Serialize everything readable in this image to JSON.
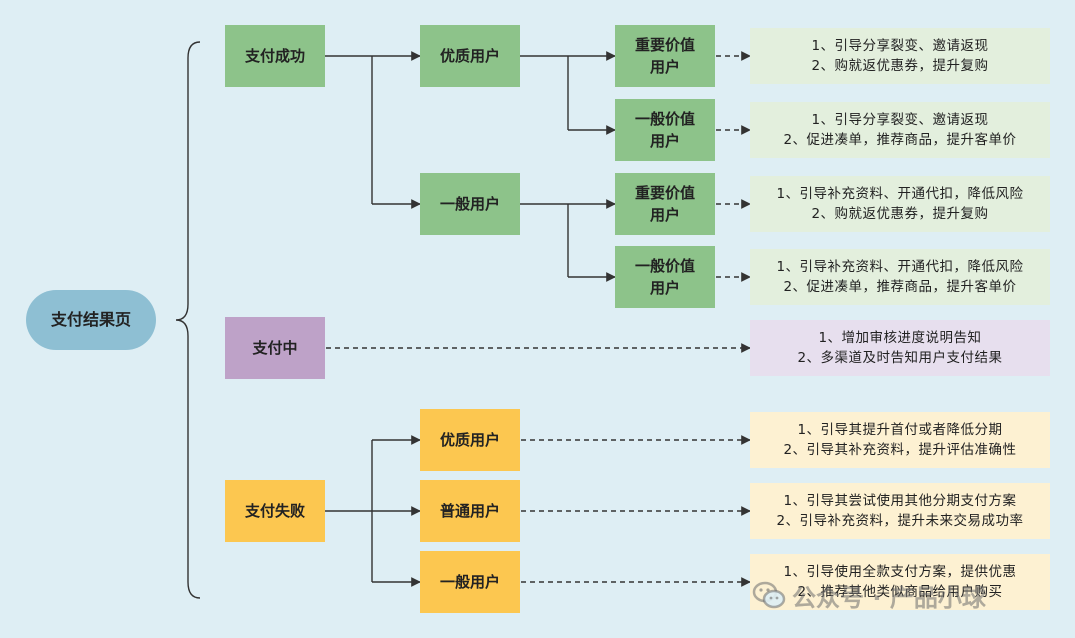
{
  "root": {
    "label": "支付结果页"
  },
  "nodes": {
    "success": "支付成功",
    "success_premium": "优质用户",
    "success_general": "一般用户",
    "sp_important": [
      "重要价值",
      "用户"
    ],
    "sp_general": [
      "一般价值",
      "用户"
    ],
    "sg_important": [
      "重要价值",
      "用户"
    ],
    "sg_general": [
      "一般价值",
      "用户"
    ],
    "pending": "支付中",
    "fail": "支付失败",
    "fail_premium": "优质用户",
    "fail_normal": "普通用户",
    "fail_general": "一般用户"
  },
  "notes": {
    "n1": [
      "1、引导分享裂变、邀请返现",
      "2、购就返优惠券，提升复购"
    ],
    "n2": [
      "1、引导分享裂变、邀请返现",
      "2、促进凑单，推荐商品，提升客单价"
    ],
    "n3": [
      "1、引导补充资料、开通代扣，降低风险",
      "2、购就返优惠券，提升复购"
    ],
    "n4": [
      "1、引导补充资料、开通代扣，降低风险",
      "2、促进凑单，推荐商品，提升客单价"
    ],
    "n5": [
      "1、增加审核进度说明告知",
      "2、多渠道及时告知用户支付结果"
    ],
    "n6": [
      "1、引导其提升首付或者降低分期",
      "2、引导其补充资料，提升评估准确性"
    ],
    "n7": [
      "1、引导其尝试使用其他分期支付方案",
      "2、引导补充资料，提升未来交易成功率"
    ],
    "n8": [
      "1、引导使用全款支付方案，提供优惠",
      "2、推荐其他类似商品给用户购买"
    ]
  },
  "watermark": {
    "text": "公众号 · 产品小球",
    "icon": "wechat-icon"
  },
  "colors": {
    "background": "#deeef4",
    "root": "#8ebfd3",
    "success": "#8dc38a",
    "pending": "#bea2c8",
    "fail": "#fcc750",
    "note_success": "#e3efdd",
    "note_pending": "#e7dfee",
    "note_fail": "#fdf1d2"
  }
}
